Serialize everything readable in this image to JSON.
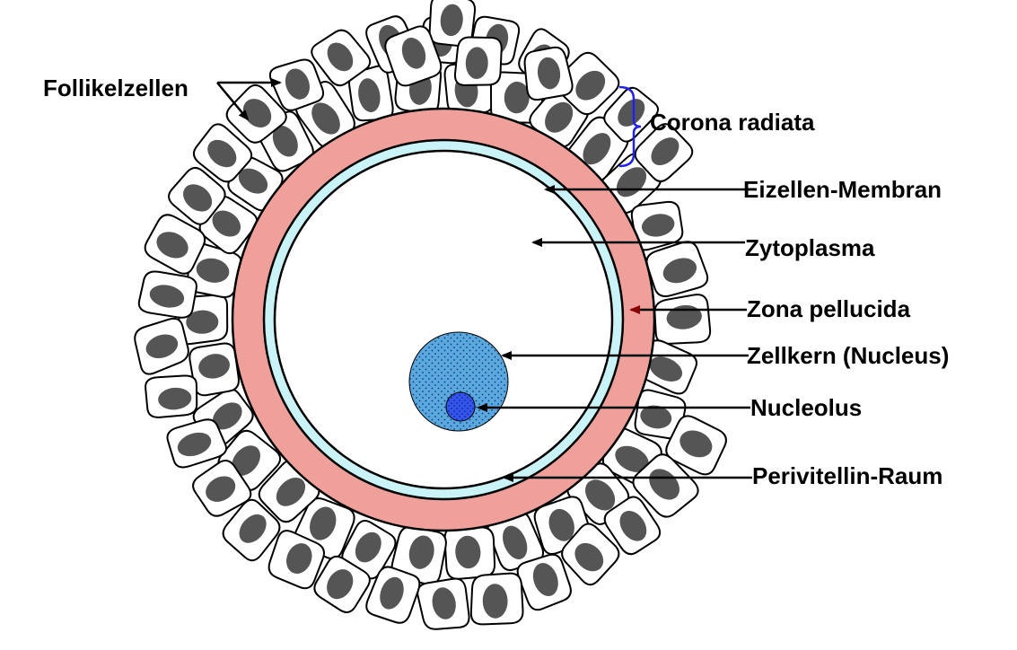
{
  "labels": {
    "follikelzellen": "Follikelzellen",
    "corona_radiata": "Corona radiata",
    "eizellen_membran": "Eizellen-Membran",
    "zytoplasma": "Zytoplasma",
    "zona_pellucida": "Zona pellucida",
    "zellkern": "Zellkern (Nucleus)",
    "nucleolus": "Nucleolus",
    "perivitellin_raum": "Perivitellin-Raum"
  },
  "colors": {
    "zona_pellucida": "#f0a09a",
    "perivitellin_raum": "#c9f3f7",
    "zytoplasma": "#ffffff",
    "zellkern": "#5aa8e0",
    "nucleolus": "#3355ee",
    "follicle_nucleus": "#555555",
    "bracket": "#2222ee",
    "zona_arrowhead": "#8b0000"
  }
}
